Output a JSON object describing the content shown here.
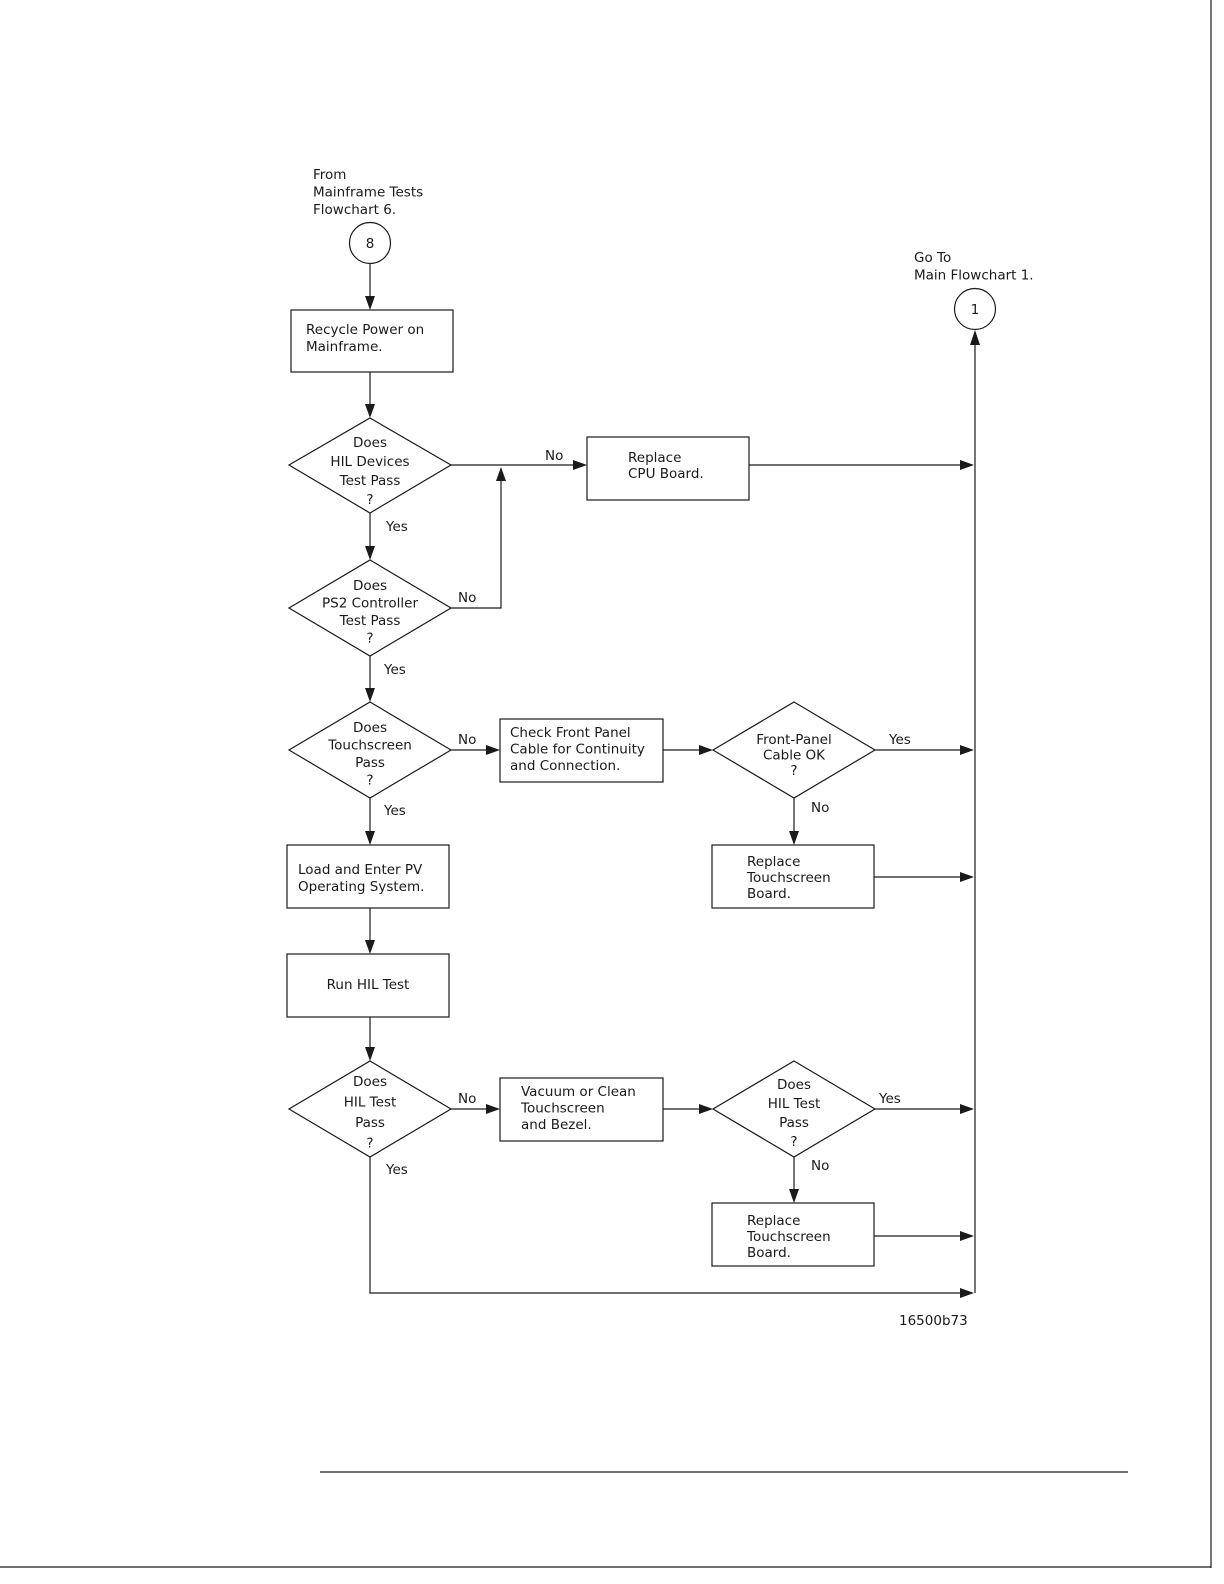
{
  "from_connector": {
    "label_lines": [
      "From",
      "Mainframe Tests",
      "Flowchart 6."
    ],
    "number": "8"
  },
  "goto_connector": {
    "label_lines": [
      "Go To",
      "Main Flowchart 1."
    ],
    "number": "1"
  },
  "steps": {
    "recycle_power": [
      "Recycle Power on",
      "Mainframe."
    ],
    "hil_devices_decision": [
      "Does",
      "HIL Devices",
      "Test Pass",
      "?"
    ],
    "replace_cpu": [
      "Replace",
      "CPU Board."
    ],
    "ps2_decision": [
      "Does",
      "PS2 Controller",
      "Test Pass",
      "?"
    ],
    "touchscreen_decision": [
      "Does",
      "Touchscreen",
      "Pass",
      "?"
    ],
    "check_cable": [
      "Check Front Panel",
      "Cable for Continuity",
      "and Connection."
    ],
    "cable_ok_decision": [
      "Front-Panel",
      "Cable OK",
      "?"
    ],
    "replace_touchscreen_1": [
      "Replace",
      "Touchscreen",
      "Board."
    ],
    "load_os": [
      "Load and Enter PV",
      "Operating System."
    ],
    "run_hil": [
      "Run HIL Test"
    ],
    "hil_test_decision": [
      "Does",
      "HIL Test",
      "Pass",
      "?"
    ],
    "vacuum_clean": [
      "Vacuum or Clean",
      "Touchscreen",
      "and Bezel."
    ],
    "hil_test_decision_2": [
      "Does",
      "HIL Test",
      "Pass",
      "?"
    ],
    "replace_touchscreen_2": [
      "Replace",
      "Touchscreen",
      "Board."
    ]
  },
  "edge_labels": {
    "hil_devices_no": "No",
    "hil_devices_yes": "Yes",
    "ps2_no": "No",
    "ps2_yes": "Yes",
    "touchscreen_no": "No",
    "touchscreen_yes": "Yes",
    "cable_ok_yes": "Yes",
    "cable_ok_no": "No",
    "hil_test_no": "No",
    "hil_test_yes": "Yes",
    "hil_test_2_yes": "Yes",
    "hil_test_2_no": "No"
  },
  "figure_id": "16500b73"
}
